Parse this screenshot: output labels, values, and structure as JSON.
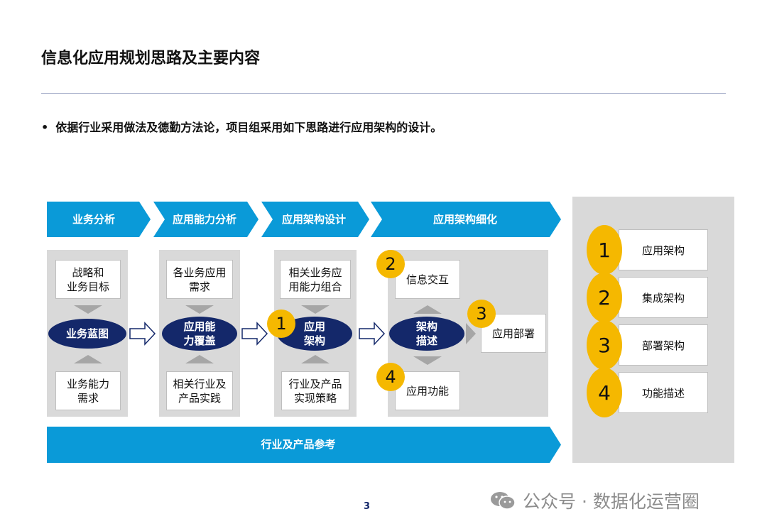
{
  "title": "信息化应用规划思路及主要内容",
  "bullet": "依据行业采用做法及德勤方法论，项目组采用如下思路进行应用架构的设计。",
  "phases": [
    "业务分析",
    "应用能力分析",
    "应用架构设计",
    "应用架构细化"
  ],
  "col1": {
    "top": "战略和\n业务目标",
    "center": "业务蓝图",
    "bottom": "业务能力\n需求"
  },
  "col2": {
    "top": "各业务应用\n需求",
    "center": "应用能\n力覆盖",
    "bottom": "相关行业及\n产品实践"
  },
  "col3": {
    "top": "相关业务应\n用能力组合",
    "center": "应用\n架构",
    "bottom": "行业及产品\n实现策略",
    "marker": "1"
  },
  "col4": {
    "top": "信息交互",
    "top_marker": "2",
    "center": "架构\n描述",
    "right": "应用部署",
    "right_marker": "3",
    "bottom": "应用功能",
    "bottom_marker": "4"
  },
  "bottom_bar": "行业及产品参考",
  "legend": [
    {
      "num": "1",
      "label": "应用架构"
    },
    {
      "num": "2",
      "label": "集成架构"
    },
    {
      "num": "3",
      "label": "部署架构"
    },
    {
      "num": "4",
      "label": "功能描述"
    }
  ],
  "page_number": "3",
  "watermark": "公众号 · 数据化运营圈",
  "colors": {
    "chevron": "#0a9ad8",
    "oval": "#14286a",
    "marker": "#f5b800",
    "panel": "#d9d9d9"
  }
}
